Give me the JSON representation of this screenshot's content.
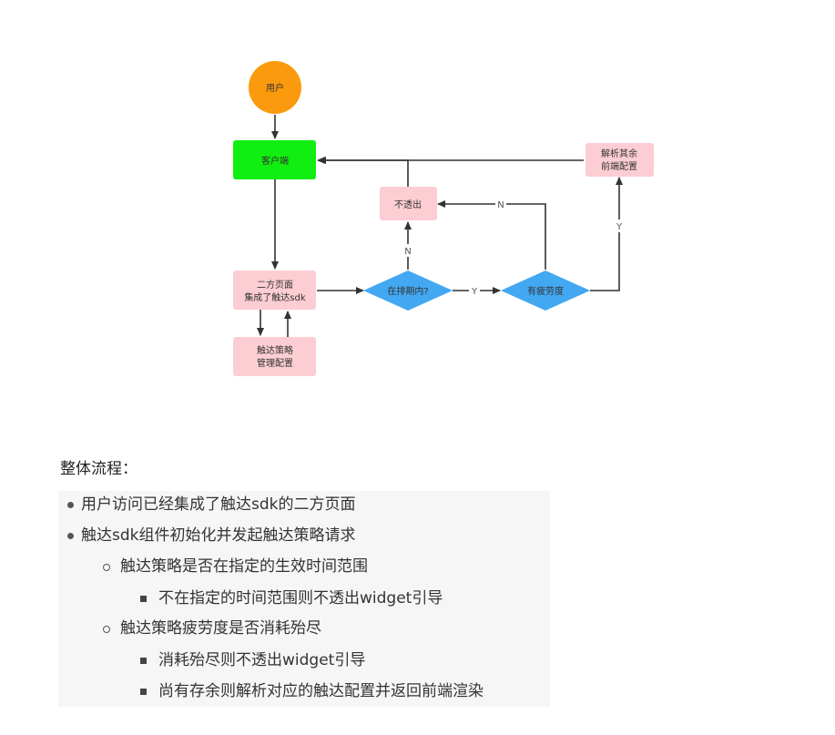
{
  "diagram": {
    "nodes": {
      "user": "用户",
      "client": "客户端",
      "page": [
        "二方页面",
        "集成了触达sdk"
      ],
      "strategy": [
        "触达策略",
        "管理配置"
      ],
      "in_period": "在排期内?",
      "not_show": "不透出",
      "fatigue": "有疲劳度",
      "parse": [
        "解析其余",
        "前端配置"
      ]
    },
    "edge_labels": {
      "no_period": "N",
      "yes_period": "Y",
      "no_fatigue": "N",
      "yes_fatigue": "Y"
    },
    "colors": {
      "user": "#fb9a0d",
      "client": "#11ee11",
      "process": "#fccdd3",
      "decision": "#42a8f2",
      "edge": "#333333"
    }
  },
  "section_title": "整体流程：",
  "list": {
    "item1": "用户访问已经集成了触达sdk的二方页面",
    "item2": "触达sdk组件初始化并发起触达策略请求",
    "item2_1": "触达策略是否在指定的生效时间范围",
    "item2_1_1": "不在指定的时间范围则不透出widget引导",
    "item2_2": "触达策略疲劳度是否消耗殆尽",
    "item2_2_1": "消耗殆尽则不透出widget引导",
    "item2_2_2": "尚有存余则解析对应的触达配置并返回前端渲染"
  }
}
